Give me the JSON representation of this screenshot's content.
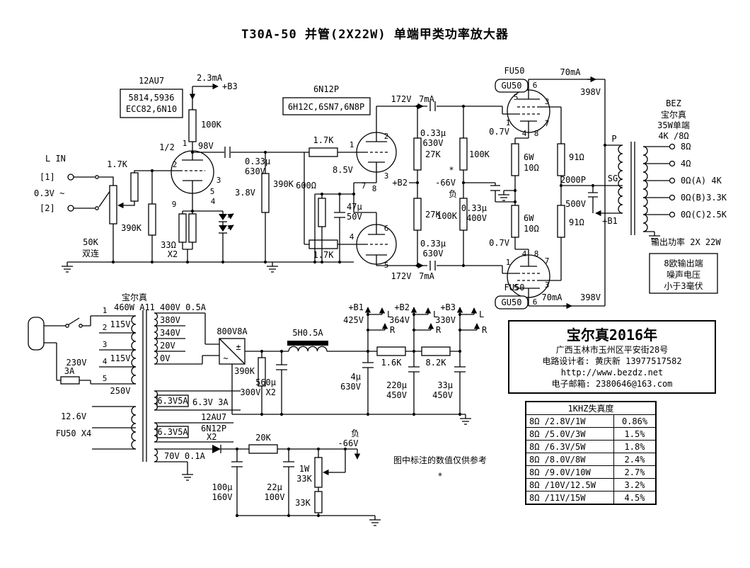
{
  "title": "T30A-50 并管(2X22W) 单端甲类功率放大器",
  "input": {
    "heading": "L IN",
    "jack1": "[1]",
    "level": "0.3V ~",
    "jack2": "[2]",
    "r_series": "1.7K",
    "r_grid": "390K",
    "pot": "50K",
    "pot_type": "双连"
  },
  "v1": {
    "name": "12AU7",
    "equiv1": "5814,5936",
    "equiv2": "ECC82,6N10",
    "half": "1/2",
    "i": "2.3mA",
    "b3": "+B3",
    "r_plate": "100K",
    "v_plate": "98V",
    "r_k": "33Ω",
    "r_k_qty": "X2",
    "v_k": "3.8V",
    "pins": {
      "p1": "1",
      "p2": "2",
      "p9": "9",
      "p3": "3",
      "p5": "5",
      "p4": "4"
    }
  },
  "coupling1": {
    "c": "0.33µ",
    "v": "630V",
    "r": "390K"
  },
  "v2": {
    "name": "6N12P",
    "equiv": "6H12C,6SN7,6N8P",
    "r_top": "1.7K",
    "r_bot": "1.7K",
    "v_k": "8.5V",
    "r_k": "600Ω",
    "c_k": "47µ",
    "c_k_v": "50V",
    "rail_top_v": "172V",
    "rail_top_i": "7mA",
    "rail_bot_v": "172V",
    "rail_bot_i": "7mA",
    "b2": "+B2",
    "pins": {
      "p1": "1",
      "p2": "2",
      "p3": "3",
      "p7": "7",
      "p8": "8",
      "p4": "4",
      "p5": "5",
      "p6": "6"
    }
  },
  "driver": {
    "c_top": "0.33µ",
    "c_top_v": "630V",
    "c_bot": "0.33µ",
    "c_bot_v": "630V",
    "r27_top": "27K",
    "r27_bot": "27K",
    "star": "*",
    "bias": "-66V",
    "neg": "负",
    "c_bias": "0.33µ",
    "c_bias_v": "400V",
    "r100_top": "100K",
    "r100_bot": "100K"
  },
  "out": {
    "v_k_top": "0.7V",
    "v_k_bot": "0.7V",
    "rk_w_top": "6W",
    "rk_top": "10Ω",
    "rk_w_bot": "6W",
    "rk_bot": "10Ω",
    "t_top": "FU50",
    "t_top2": "GU50",
    "t_bot": "FU50",
    "t_bot2": "GU50",
    "i_top": "70mA",
    "v_top": "398V",
    "i_bot": "70mA",
    "v_bot": "398V",
    "r91_top": "91Ω",
    "r91_bot": "91Ω",
    "c_sg": "2000P",
    "c_sg_v": "500V",
    "pt": {
      "p6": "6",
      "p5": "5",
      "p3": "3",
      "p1": "1",
      "p4": "4",
      "p8": "8",
      "p7": "7"
    },
    "pb": {
      "p6": "6",
      "p5": "5",
      "p3": "3",
      "p1": "1",
      "p4": "4",
      "p8": "8",
      "p7": "7"
    }
  },
  "opt": {
    "brand": "BEZ",
    "cn": "宝尔真",
    "spec1": "35W单端",
    "spec2": "4K /8Ω",
    "p": "P",
    "sg": "SG",
    "b1": "+B1",
    "taps": [
      "8Ω",
      "4Ω",
      "0Ω(A) 4K",
      "0Ω(B)3.3K",
      "0Ω(C)2.5K"
    ],
    "power": "输出功率 2X 22W",
    "n1": "8欧输出端",
    "n2": "噪声电压",
    "n3": "小于3毫伏"
  },
  "psu": {
    "brand": "宝尔真",
    "model": "460W A11",
    "t1": "1",
    "t2": "2",
    "t3": "3",
    "t4": "4",
    "t5": "5",
    "v115a": "115V",
    "v115b": "115V",
    "v230": "230V",
    "v250": "250V",
    "fuse": "3A",
    "h_fu50_v": "12.6V",
    "h_fu50": "FU50 X4",
    "s400": "400V 0.5A",
    "s380": "380V",
    "s340": "340V",
    "s20": "20V",
    "s0": "0V",
    "h_a": "6.3V5A",
    "h_a2": "6.3V 3A",
    "ht1": "12AU7",
    "ht2": "6N12P",
    "ht3": "X2",
    "h_b": "6.3V5A",
    "s70": "70V 0.1A",
    "bridge": "800V8A",
    "ac": "~",
    "pm": "±",
    "bleeder": "390K",
    "choke": "5H0.5A",
    "c1": "560µ",
    "c1v": "300V X2",
    "c2": "4µ",
    "c2v": "630V",
    "b1": "+B1",
    "b1v": "425V",
    "l1": "L",
    "r1": "R",
    "r12": "1.6K",
    "c3": "220µ",
    "c3v": "450V",
    "b2": "+B2",
    "b2v": "364V",
    "l2": "L",
    "r2": "R",
    "r23": "8.2K",
    "c4": "33µ",
    "c4v": "450V",
    "b3": "+B3",
    "b3v": "330V",
    "l3": "L",
    "r3": "R",
    "r20k": "20K",
    "neg": "负",
    "negv": "-66V",
    "pot_w": "1W",
    "pot": "33K",
    "r33k": "33K",
    "c5": "100µ",
    "c5v": "160V",
    "c6": "22µ",
    "c6v": "100V",
    "note": "图中标注的数值仅供参考",
    "star": "*"
  },
  "info": {
    "line1": "宝尔真2016年",
    "line2": "广西玉林市玉州区平安街28号",
    "line3": "电路设计者: 黄庆新 13977517582",
    "line4": "http://www.bezdz.net",
    "line5": "电子邮箱: 2380646@163.com"
  },
  "thd": {
    "title": "1KHZ失真度",
    "rows": [
      [
        "8Ω /2.8V/1W",
        "0.86%"
      ],
      [
        "8Ω /5.0V/3W",
        "1.5%"
      ],
      [
        "8Ω /6.3V/5W",
        "1.8%"
      ],
      [
        "8Ω /8.0V/8W",
        "2.4%"
      ],
      [
        "8Ω /9.0V/10W",
        "2.7%"
      ],
      [
        "8Ω /10V/12.5W",
        "3.2%"
      ],
      [
        "8Ω /11V/15W",
        "4.5%"
      ]
    ]
  }
}
